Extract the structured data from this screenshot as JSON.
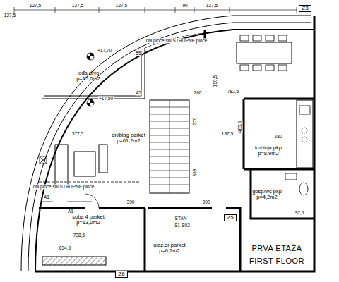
{
  "diagram": {
    "title": "PRVA ETAŽA",
    "caption": "FIRST FLOOR",
    "nodes": [
      {
        "text": [
          "lođa drvo",
          "p=15,0m2"
        ]
      },
      {
        "text": [
          "dn/blag parket",
          "p=61,2m2"
        ]
      },
      {
        "text": [
          "kuhinja pkp",
          "p=8,9m2"
        ]
      },
      {
        "text": [
          "gosp/wc pkp",
          "p=4,2m2"
        ]
      },
      {
        "text": [
          "soba 4 parket",
          "p=13,0m2"
        ]
      },
      {
        "text": [
          "ulaz.or parket",
          "p=6,2m2"
        ]
      },
      {
        "text": [
          "Z3"
        ]
      },
      {
        "text": [
          "Z5"
        ]
      },
      {
        "text": [
          "Z6"
        ]
      }
    ],
    "labels": [
      "127,5",
      "127,5",
      "127,5",
      "127,5",
      "90",
      "127,5",
      "+17,70",
      "55",
      "obl.ploče sui STROPNE ploče",
      "190,5",
      "782,5",
      "45",
      "260",
      "+17,50",
      "377,5",
      "270",
      "197,5",
      "465,5",
      "280",
      "383",
      "92,5",
      "obl.ploče sui STROPNE ploče",
      "A1",
      "390",
      "390",
      "A1",
      "STAN",
      "S1-S02",
      "738,5",
      "654,5"
    ]
  }
}
